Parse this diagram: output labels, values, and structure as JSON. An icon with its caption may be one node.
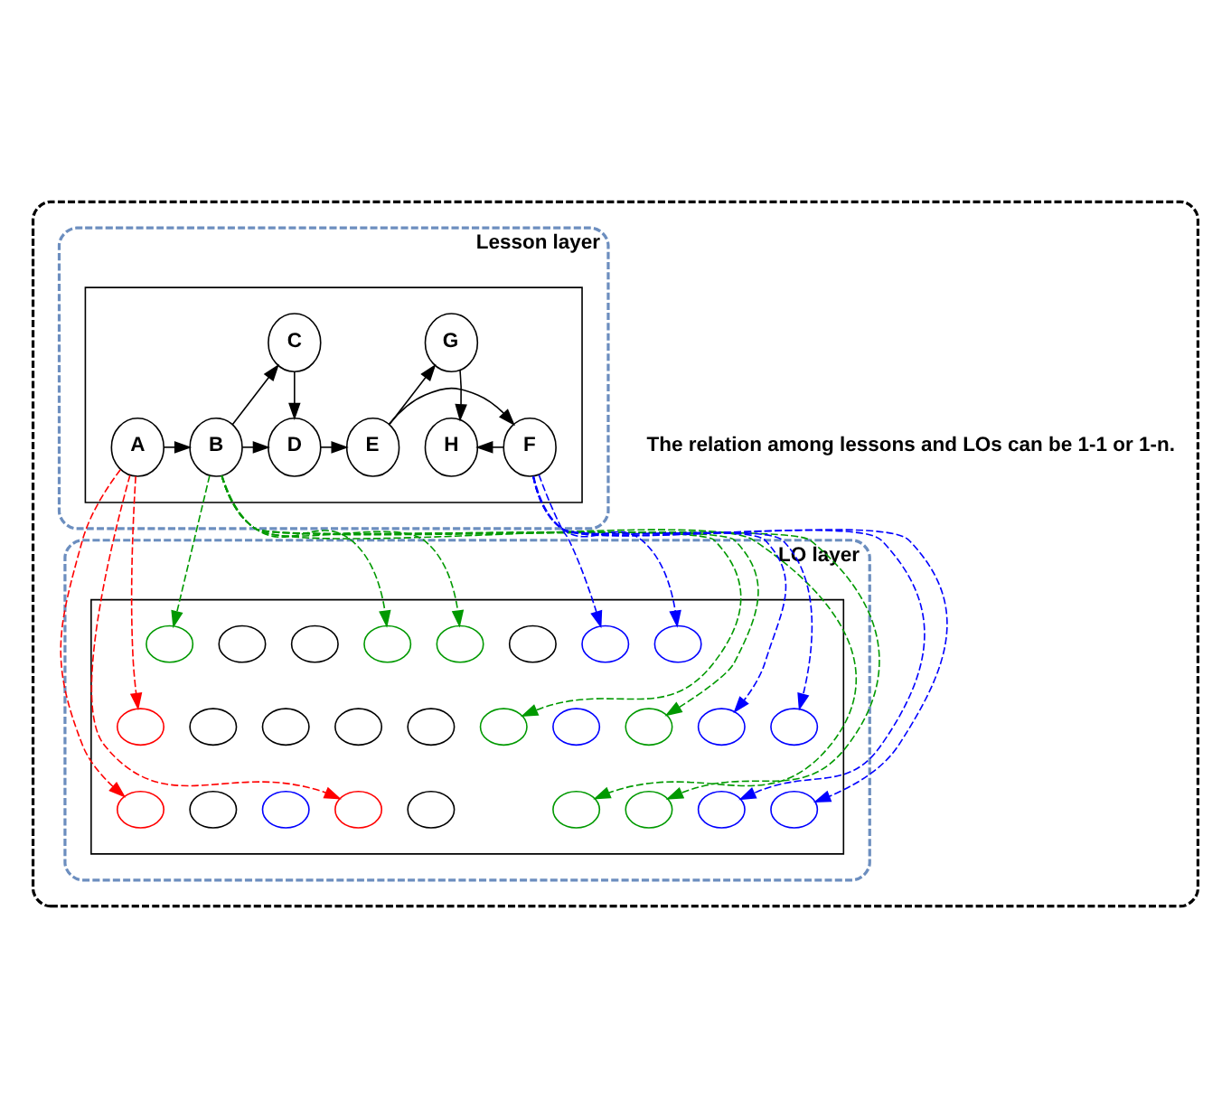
{
  "diagram": {
    "nodes": [
      {
        "text": [],
        "shape": "box"
      },
      {
        "text": [
          "Lesson layer"
        ],
        "in": 0
      },
      {
        "text": [],
        "shape": "parallelogram",
        "in": 1
      },
      {
        "text": [
          "A"
        ],
        "in": 2
      },
      {
        "text": [
          "B"
        ],
        "in": 2
      },
      {
        "text": [
          "C"
        ],
        "in": 2
      },
      {
        "text": [
          "D"
        ],
        "in": 2
      },
      {
        "text": [
          "E"
        ],
        "in": 2
      },
      {
        "text": [
          "F"
        ],
        "in": 2
      },
      {
        "text": [
          "G"
        ],
        "in": 2
      },
      {
        "text": [
          "H"
        ],
        "in": 2
      },
      {
        "text": [
          "LO layer"
        ],
        "in": 0
      },
      {
        "text": [],
        "shape": "parallelogram",
        "in": 11
      },
      {
        "text": [],
        "shape": "circle",
        "in": 12
      },
      {
        "text": [],
        "shape": "circle",
        "in": 12
      },
      {
        "text": [],
        "shape": "circle",
        "in": 12
      },
      {
        "text": [],
        "shape": "circle",
        "in": 12
      },
      {
        "text": [],
        "shape": "circle",
        "in": 12
      },
      {
        "text": [],
        "shape": "circle",
        "in": 12
      },
      {
        "text": [],
        "shape": "circle",
        "in": 12
      },
      {
        "text": [],
        "shape": "circle",
        "in": 12
      },
      {
        "text": [],
        "shape": "circle",
        "in": 12
      },
      {
        "text": [],
        "shape": "circle",
        "in": 12
      },
      {
        "text": [],
        "shape": "circle",
        "in": 12
      },
      {
        "text": [],
        "shape": "circle",
        "in": 12
      },
      {
        "text": [],
        "shape": "circle",
        "in": 12
      },
      {
        "text": [],
        "shape": "circle",
        "in": 12
      },
      {
        "text": [],
        "shape": "circle",
        "in": 12
      },
      {
        "text": [],
        "shape": "circle",
        "in": 12
      },
      {
        "text": [],
        "shape": "circle",
        "in": 12
      },
      {
        "text": [],
        "shape": "circle",
        "in": 12
      },
      {
        "text": [],
        "shape": "circle",
        "in": 12
      },
      {
        "text": [],
        "shape": "circle",
        "in": 12
      },
      {
        "text": [],
        "shape": "circle",
        "in": 12
      },
      {
        "text": [],
        "shape": "circle",
        "in": 12
      },
      {
        "text": [],
        "shape": "circle",
        "in": 12
      },
      {
        "text": [],
        "shape": "circle",
        "in": 12
      },
      {
        "text": [],
        "shape": "circle",
        "in": 12
      },
      {
        "text": [],
        "shape": "circle",
        "in": 12
      },
      {
        "text": [],
        "shape": "circle",
        "in": 12
      }
    ],
    "edges": [
      {
        "from": 3,
        "to": 4,
        "arrow": "to"
      },
      {
        "from": 4,
        "to": 5,
        "arrow": "to"
      },
      {
        "from": 4,
        "to": 6,
        "arrow": "to"
      },
      {
        "from": 5,
        "to": 6,
        "arrow": "to"
      },
      {
        "from": 6,
        "to": 7,
        "arrow": "to"
      },
      {
        "from": 7,
        "to": 9,
        "arrow": "to"
      },
      {
        "from": 7,
        "to": 8,
        "arrow": "to"
      },
      {
        "from": 8,
        "to": 10,
        "arrow": "to"
      },
      {
        "from": 9,
        "to": 10,
        "arrow": "to"
      },
      {
        "from": 3,
        "to": 14,
        "arrow": "to",
        "style": "dashed",
        "color": "#ff0000"
      },
      {
        "from": 3,
        "to": 13,
        "arrow": "to",
        "style": "dashed",
        "color": "#ff0000"
      },
      {
        "from": 3,
        "to": 16,
        "arrow": "to",
        "style": "dashed",
        "color": "#ff0000"
      },
      {
        "from": 4,
        "to": 15,
        "arrow": "to",
        "style": "dashed",
        "color": "#009900"
      },
      {
        "from": 4,
        "to": 17,
        "arrow": "to",
        "style": "dashed",
        "color": "#009900"
      },
      {
        "from": 4,
        "to": 18,
        "arrow": "to",
        "style": "dashed",
        "color": "#009900"
      },
      {
        "from": 4,
        "to": 21,
        "arrow": "to",
        "style": "dashed",
        "color": "#009900"
      },
      {
        "from": 4,
        "to": 20,
        "arrow": "to",
        "style": "dashed",
        "color": "#009900"
      },
      {
        "from": 4,
        "to": 19,
        "arrow": "to",
        "style": "dashed",
        "color": "#009900"
      },
      {
        "from": 4,
        "to": 22,
        "arrow": "to",
        "style": "dashed",
        "color": "#009900"
      },
      {
        "from": 8,
        "to": 25,
        "arrow": "to",
        "style": "dashed",
        "color": "#0000ff"
      },
      {
        "from": 8,
        "to": 29,
        "arrow": "to",
        "style": "dashed",
        "color": "#0000ff"
      },
      {
        "from": 8,
        "to": 30,
        "arrow": "to",
        "style": "dashed",
        "color": "#0000ff"
      },
      {
        "from": 8,
        "to": 27,
        "arrow": "to",
        "style": "dashed",
        "color": "#0000ff"
      },
      {
        "from": 8,
        "to": 23,
        "arrow": "to",
        "style": "dashed",
        "color": "#0000ff"
      },
      {
        "from": 8,
        "to": 26,
        "arrow": "to",
        "style": "dashed",
        "color": "#0000ff"
      }
    ],
    "labels": [
      "The relation among lessons and LOs can be 1-1 or 1-n."
    ]
  }
}
